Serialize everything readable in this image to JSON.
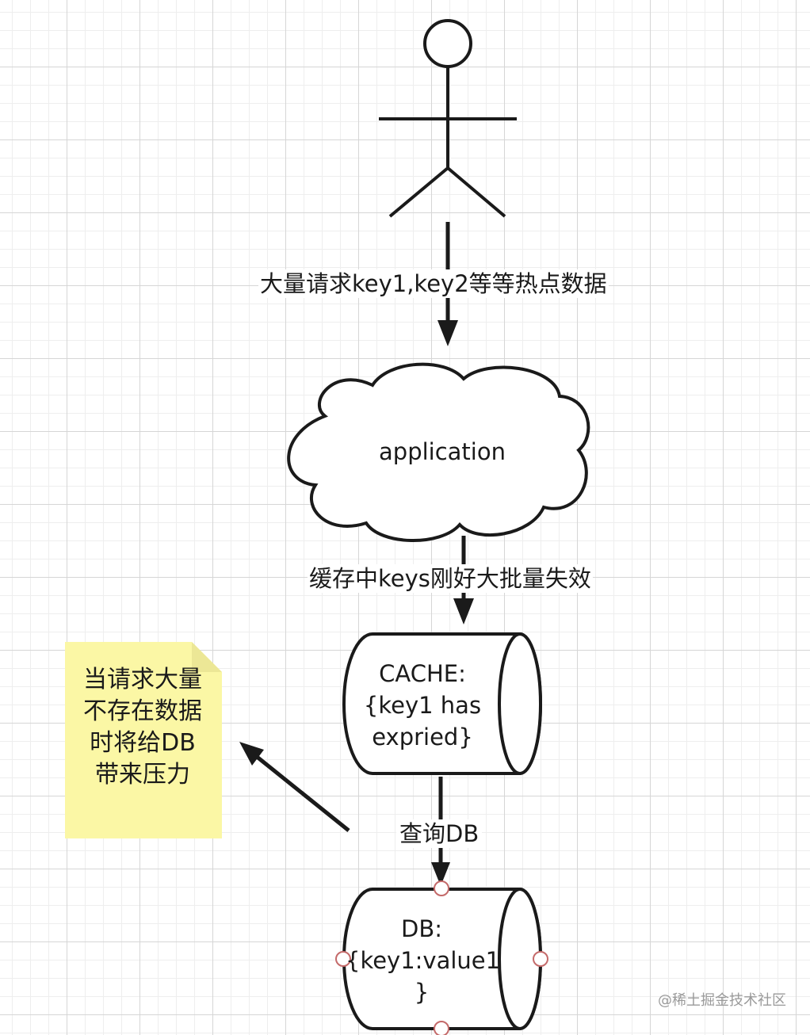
{
  "labels": {
    "request": "大量请求key1,key2等等热点数据",
    "application": "application",
    "expire": "缓存中keys刚好大批量失效",
    "cache": "CACHE:\n{key1 has\nexpried}",
    "query": "查询DB",
    "db": "DB:\n{key1:value1\n}",
    "note": "当请求大量不存在数据时将给DB带来压力"
  },
  "watermark": "@稀土掘金技术社区",
  "colors": {
    "stroke": "#1a1a1a",
    "note_fill": "#fbf7a5",
    "handle": "#c46a6a",
    "grid_major": "#d6d6d6",
    "grid_minor": "#eeeeee"
  }
}
